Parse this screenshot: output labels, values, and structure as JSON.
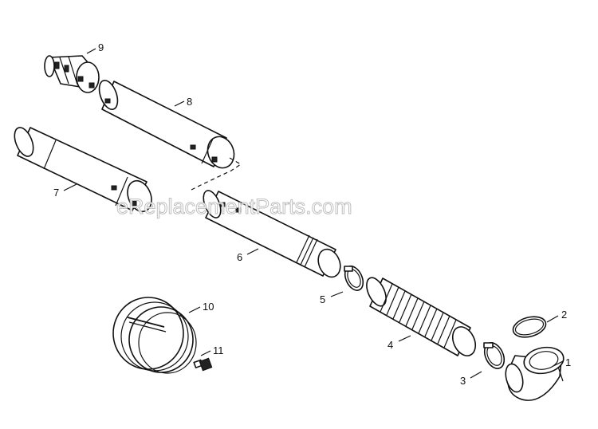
{
  "watermark": "eReplacementParts.com",
  "callouts": [
    {
      "id": "1",
      "label": "1"
    },
    {
      "id": "2",
      "label": "2"
    },
    {
      "id": "3",
      "label": "3"
    },
    {
      "id": "4",
      "label": "4"
    },
    {
      "id": "5",
      "label": "5"
    },
    {
      "id": "6",
      "label": "6"
    },
    {
      "id": "7",
      "label": "7"
    },
    {
      "id": "8",
      "label": "8"
    },
    {
      "id": "9",
      "label": "9"
    },
    {
      "id": "10",
      "label": "10"
    },
    {
      "id": "11",
      "label": "11"
    }
  ]
}
